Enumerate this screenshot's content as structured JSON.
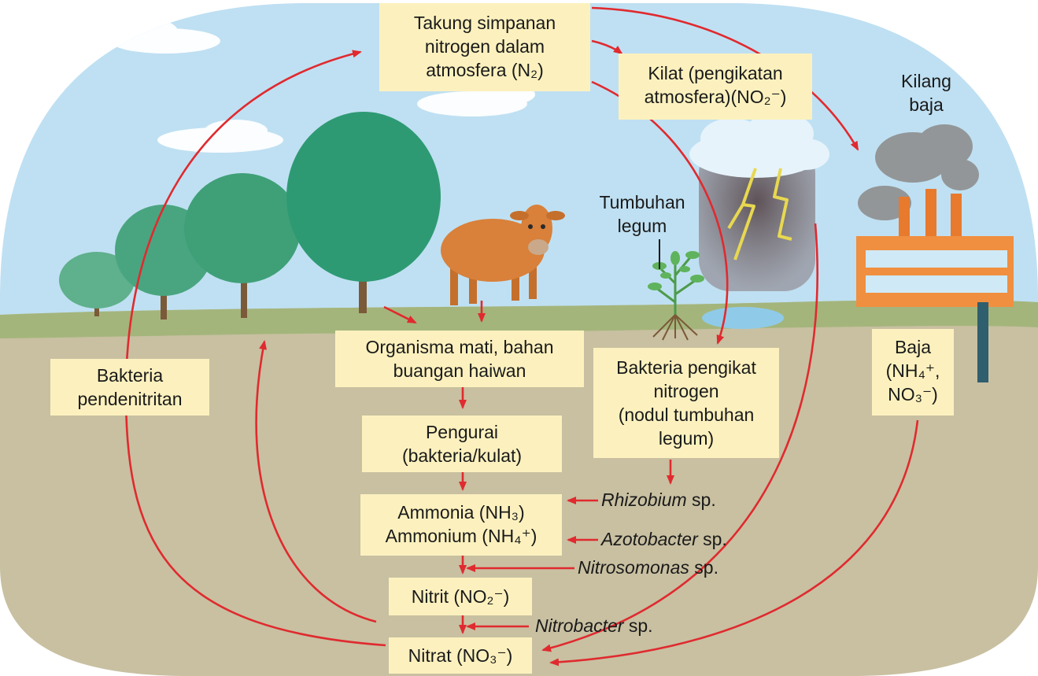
{
  "colors": {
    "sky": "#bfe0f2",
    "ground": "#c8c0a1",
    "grass": "#a4b57c",
    "label_box": "#fcf1be",
    "arrow": "#e02a2f",
    "tree": "#2e9a73",
    "cow": "#d9803a",
    "factory": "#e87a2e",
    "lightning": "#e8d850"
  },
  "icons": [
    "tree-icon",
    "cow-icon",
    "cloud-icon",
    "lightning-icon",
    "factory-icon",
    "legume-plant-icon"
  ],
  "labels": {
    "atmosphere": [
      "Takung simpanan",
      "nitrogen dalam",
      "atmosfera (N₂)"
    ],
    "lightning": [
      "Kilat (pengikatan",
      "atmosfera)(NO₂⁻)"
    ],
    "factory": [
      "Kilang",
      "baja"
    ],
    "legume_plant": [
      "Tumbuhan",
      "legum"
    ],
    "dead_organisms": [
      "Organisma mati, bahan",
      "buangan haiwan"
    ],
    "decomposer": [
      "Pengurai",
      "(bakteria/kulat)"
    ],
    "ammonia": [
      "Ammonia (NH₃)",
      "Ammonium (NH₄⁺)"
    ],
    "nitrite": "Nitrit (NO₂⁻)",
    "nitrate": "Nitrat (NO₃⁻)",
    "nitrogen_fixing": [
      "Bakteria pengikat",
      "nitrogen",
      "(nodul tumbuhan",
      "legum)"
    ],
    "denitrifying": [
      "Bakteria",
      "pendenitritan"
    ],
    "fertilizer": [
      "Baja",
      "(NH₄⁺,",
      "NO₃⁻)"
    ]
  },
  "bacteria": {
    "rhizobium": {
      "name": "Rhizobium",
      "suffix": " sp."
    },
    "azotobacter": {
      "name": "Azotobacter",
      "suffix": " sp."
    },
    "nitrosomonas": {
      "name": "Nitrosomonas",
      "suffix": " sp."
    },
    "nitrobacter": {
      "name": "Nitrobacter",
      "suffix": " sp."
    }
  }
}
